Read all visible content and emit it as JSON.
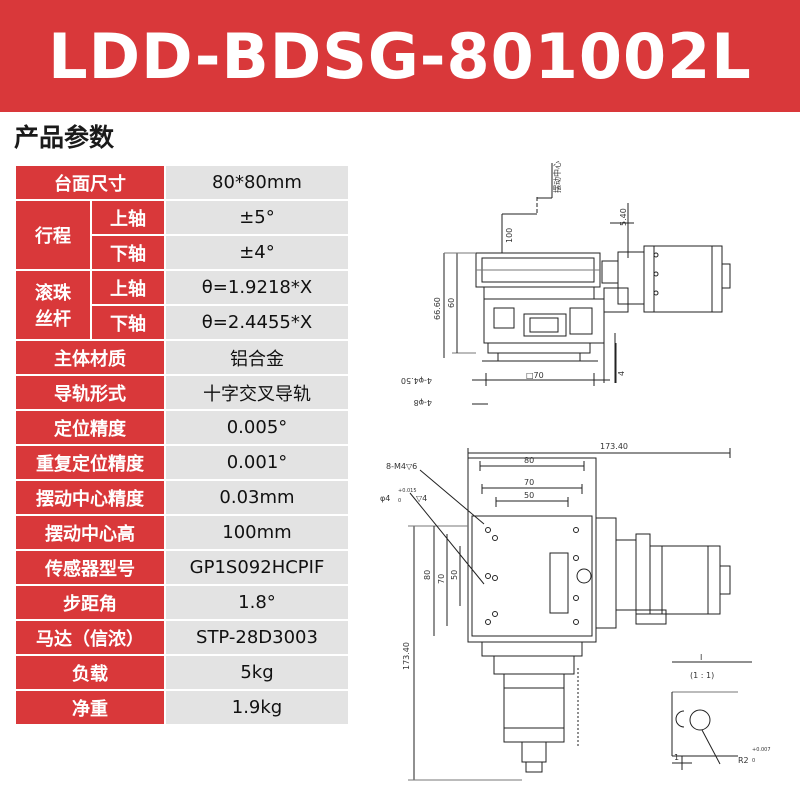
{
  "title": "LDD-BDSG-801002L",
  "section_title": "产品参数",
  "specs": {
    "table_size": {
      "label": "台面尺寸",
      "value": "80*80mm"
    },
    "stroke": {
      "label": "行程",
      "upper": {
        "sub": "上轴",
        "value": "±5°"
      },
      "lower": {
        "sub": "下轴",
        "value": "±4°"
      }
    },
    "ballscrew": {
      "label1": "滚珠",
      "label2": "丝杆",
      "upper": {
        "sub": "上轴",
        "value": "θ=1.9218*X"
      },
      "lower": {
        "sub": "下轴",
        "value": "θ=2.4455*X"
      }
    },
    "material": {
      "label": "主体材质",
      "value": "铝合金"
    },
    "guide": {
      "label": "导轨形式",
      "value": "十字交叉导轨"
    },
    "positioning": {
      "label": "定位精度",
      "value": "0.005°"
    },
    "repeat": {
      "label": "重复定位精度",
      "value": "0.001°"
    },
    "swing_accuracy": {
      "label": "摆动中心精度",
      "value": "0.03mm"
    },
    "swing_height": {
      "label": "摆动中心高",
      "value": "100mm"
    },
    "sensor": {
      "label": "传感器型号",
      "value": "GP1S092HCPIF"
    },
    "step_angle": {
      "label": "步距角",
      "value": "1.8°"
    },
    "motor": {
      "label": "马达（信浓）",
      "value": "STP-28D3003"
    },
    "load": {
      "label": "负载",
      "value": "5kg"
    },
    "net_weight": {
      "label": "净重",
      "value": "1.9kg"
    }
  },
  "drawing": {
    "swing_center": "摆动中心",
    "d100": "100",
    "d540": "5.40",
    "d6660": "66.60",
    "d60": "60",
    "d4": "4",
    "hole_450": "4-φ4.50",
    "sq70": "□70",
    "hole_8": "4-φ8",
    "d17340": "173.40",
    "m4": "8-M4▽6",
    "d80": "80",
    "d70": "70",
    "d50": "50",
    "pin": "φ4",
    "pin_tol": "+0.015",
    "pin_tol0": "0",
    "pin_depth": "▽4",
    "v80": "80",
    "v70": "70",
    "v50": "50",
    "v17340": "173.40",
    "detail_label": "I",
    "detail_scale": "(1 : 1)",
    "detail_1": "1",
    "detail_r2": "R2",
    "detail_tol": "+0.007",
    "detail_tol0": "0"
  },
  "colors": {
    "accent": "#d9383a",
    "value_bg": "#e3e3e3"
  }
}
